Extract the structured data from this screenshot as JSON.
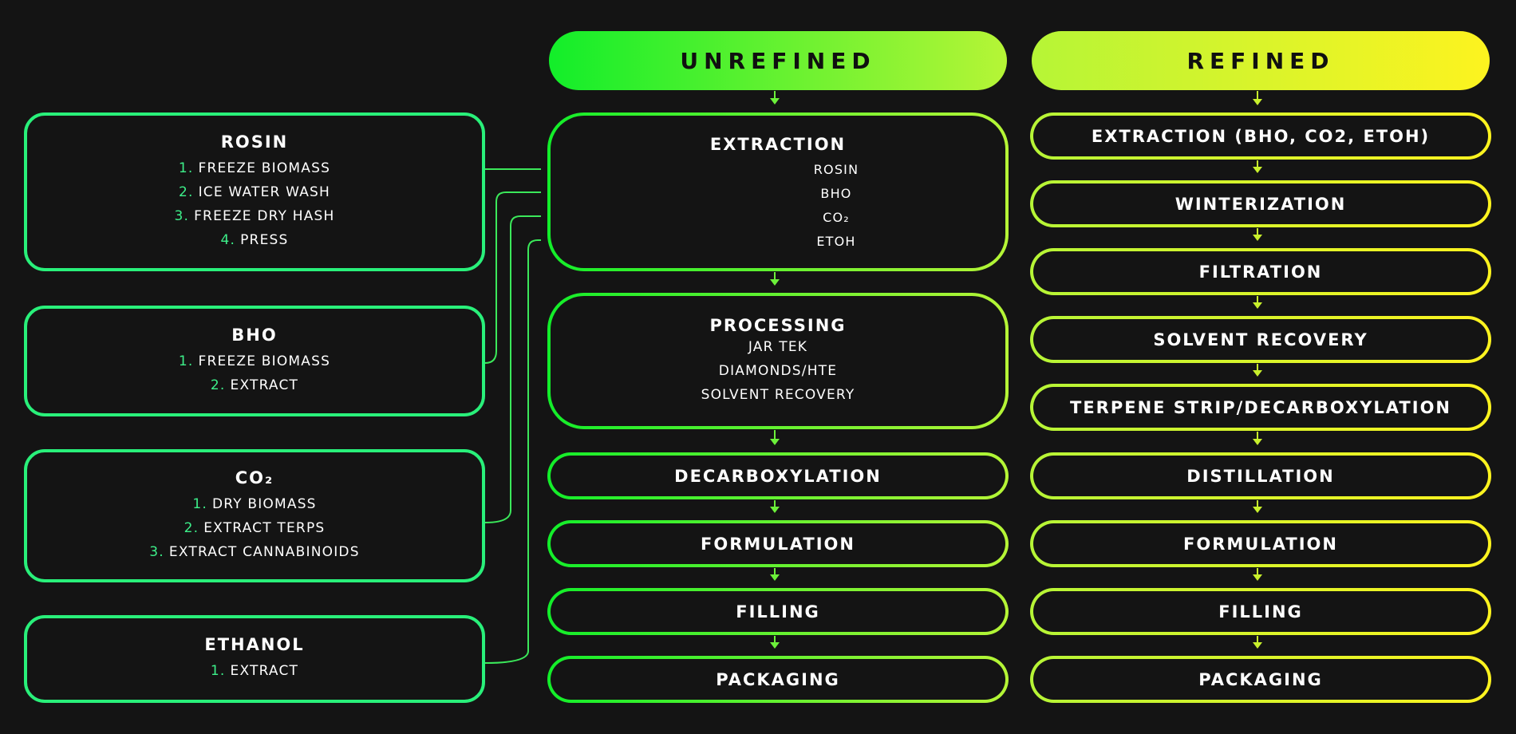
{
  "colors": {
    "background": "#141414",
    "left_border": "#29f07a",
    "green": "#12ee2a",
    "lime": "#b6f536",
    "yellow": "#fdf31f",
    "step_number": "#3df08a"
  },
  "headers": {
    "unrefined": "UNREFINED",
    "refined": "REFINED"
  },
  "methods": [
    {
      "title": "ROSIN",
      "steps": [
        {
          "num": "1.",
          "text": "FREEZE BIOMASS"
        },
        {
          "num": "2.",
          "text": "ICE WATER WASH"
        },
        {
          "num": "3.",
          "text": "FREEZE DRY HASH"
        },
        {
          "num": "4.",
          "text": "PRESS"
        }
      ]
    },
    {
      "title": "BHO",
      "steps": [
        {
          "num": "1.",
          "text": "FREEZE BIOMASS"
        },
        {
          "num": "2.",
          "text": "EXTRACT"
        }
      ]
    },
    {
      "title": "CO₂",
      "steps": [
        {
          "num": "1.",
          "text": "DRY BIOMASS"
        },
        {
          "num": "2.",
          "text": "EXTRACT TERPS"
        },
        {
          "num": "3.",
          "text": "EXTRACT CANNABINOIDS"
        }
      ]
    },
    {
      "title": "ETHANOL",
      "steps": [
        {
          "num": "1.",
          "text": "EXTRACT"
        }
      ]
    }
  ],
  "unrefined": {
    "extraction": {
      "title": "EXTRACTION",
      "items": [
        "ROSIN",
        "BHO",
        "CO₂",
        "ETOH"
      ]
    },
    "processing": {
      "title": "PROCESSING",
      "items": [
        "JAR TEK",
        "DIAMONDS/HTE",
        "SOLVENT RECOVERY"
      ]
    },
    "steps": [
      "DECARBOXYLATION",
      "FORMULATION",
      "FILLING",
      "PACKAGING"
    ]
  },
  "refined": {
    "steps": [
      "EXTRACTION (BHO, CO2, ETOH)",
      "WINTERIZATION",
      "FILTRATION",
      "SOLVENT RECOVERY",
      "TERPENE STRIP/DECARBOXYLATION",
      "DISTILLATION",
      "FORMULATION",
      "FILLING",
      "PACKAGING"
    ]
  }
}
